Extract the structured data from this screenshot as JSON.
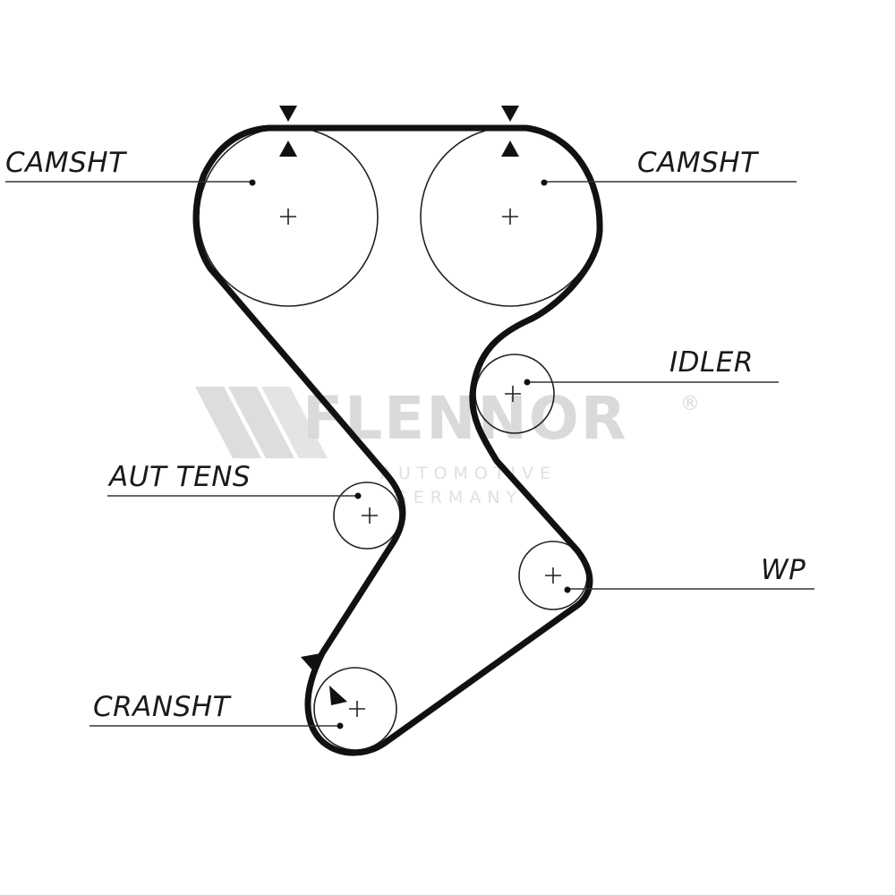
{
  "labels": {
    "camshaft_left": "CAMSHT",
    "camshaft_right": "CAMSHT",
    "idler": "IDLER",
    "auto_tensioner": "AUT TENS",
    "water_pump": "WP",
    "crankshaft": "CRANSHT"
  },
  "watermark": {
    "brand": "FLENNOR",
    "registered": "®",
    "line1": "AUTOMOTIVE",
    "line2": "GERMANY"
  },
  "colors": {
    "belt": "#111111",
    "pulley": "#222222",
    "leader": "#333333",
    "watermark": "#d9dadb"
  }
}
